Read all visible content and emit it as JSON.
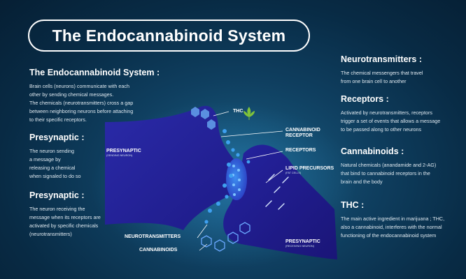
{
  "title": "The Endocannabinoid System",
  "left_sections": [
    {
      "heading": "The Endocannabinoid System :",
      "body": "Brain cells (neurons) communicate with each\nother by sending chemical messages.\nThe chemicals (neurotransmitters) cross a gap\nbetween neighboring neurons before attaching\nto their specific receptors."
    },
    {
      "heading": "Presynaptic :",
      "body": "The neuron sending\na message by\nreleasing a chemical\nwhen signaled to do so"
    },
    {
      "heading": "Presynaptic :",
      "body": "The neuron  receiving the\nmessage when its receptors are\nactivated by specific chemicals\n(neurotransmitters)"
    }
  ],
  "right_sections": [
    {
      "heading": "Neurotransmitters :",
      "body": "The chemical messengers that travel\nfrom one brain cell to another"
    },
    {
      "heading": "Receptors :",
      "body": "Activated by neurotransmitters, receptors\ntrigger a set of events that allows a message\nto be passed along to other neurons"
    },
    {
      "heading": "Cannabinoids :",
      "body": "Natural chemicals (anandamide and 2-AG)\nthat bind to cannabinoid receptors in the\nbrain and the body"
    },
    {
      "heading": "THC :",
      "body": "The main active ingredient in marijuana ; THC,\nalso a cannabinoid, interferes with the normal\nfunctioning of the endocannabinoid system"
    }
  ],
  "diagram_labels": {
    "thc": "THC",
    "cannabinoid_receptor": "CANNABINOID\nRECEPTOR",
    "receptors": "RECEPTORS",
    "lipid_precursors": "LIPID PRECURSORS",
    "lipid_precursors_sub": "(FAT CELLS)",
    "presynaptic_left": "PRESYNAPTIC",
    "presynaptic_left_sub": "(SENDING NEURON)",
    "neurotransmitters": "NEUROTRANSMITTERS",
    "cannabinoids": "CANNABINOIDS",
    "presynaptic_right": "PRESYNAPTIC",
    "presynaptic_right_sub": "(RECEIVING NEURON)"
  },
  "colors": {
    "background": "#0c3553",
    "neuron": "#2a24a6",
    "accent_particles": "#3ea0f0",
    "hexagon": "#5a8fe0",
    "leaf": "#7fc23a"
  }
}
